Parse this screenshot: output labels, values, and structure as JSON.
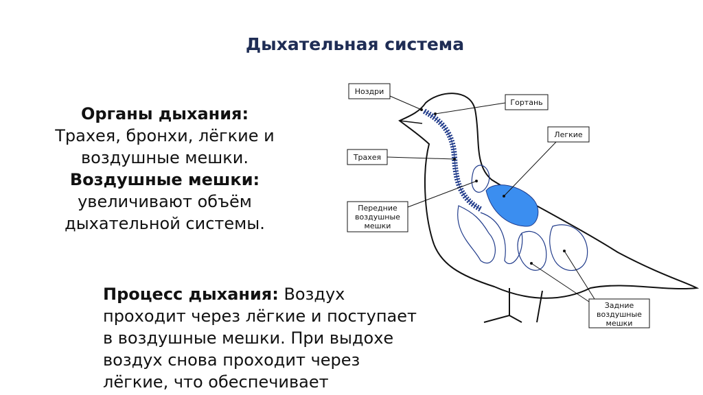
{
  "title": "Дыхательная система",
  "organs": {
    "heading1": "Органы дыхания:",
    "text1_line1": "Трахея, бронхи, лёгкие и",
    "text1_line2": "воздушные мешки.",
    "heading2": "Воздушные мешки:",
    "text2_line1": "увеличивают объём",
    "text2_line2": "дыхательной системы."
  },
  "process": {
    "heading": "Процесс дыхания:",
    "text_line1": "Воздух",
    "text_line2": "проходит через лёгкие и поступает",
    "text_line3": "в воздушные мешки. При выдохе",
    "text_line4": "воздух снова проходит через",
    "text_line5": "лёгкие, что обеспечивает"
  },
  "diagram": {
    "labels": {
      "nostrils": "Ноздри",
      "larynx": "Гортань",
      "lungs": "Легкие",
      "trachea": "Трахея",
      "front_sacs_line1": "Передние",
      "front_sacs_line2": "воздушные",
      "front_sacs_line3": "мешки",
      "rear_sacs_line1": "Задние",
      "rear_sacs_line2": "воздушные",
      "rear_sacs_line3": "мешки"
    },
    "colors": {
      "lung": "#3b8ef0",
      "airway": "#1f3a8a",
      "outline": "#111111"
    }
  }
}
